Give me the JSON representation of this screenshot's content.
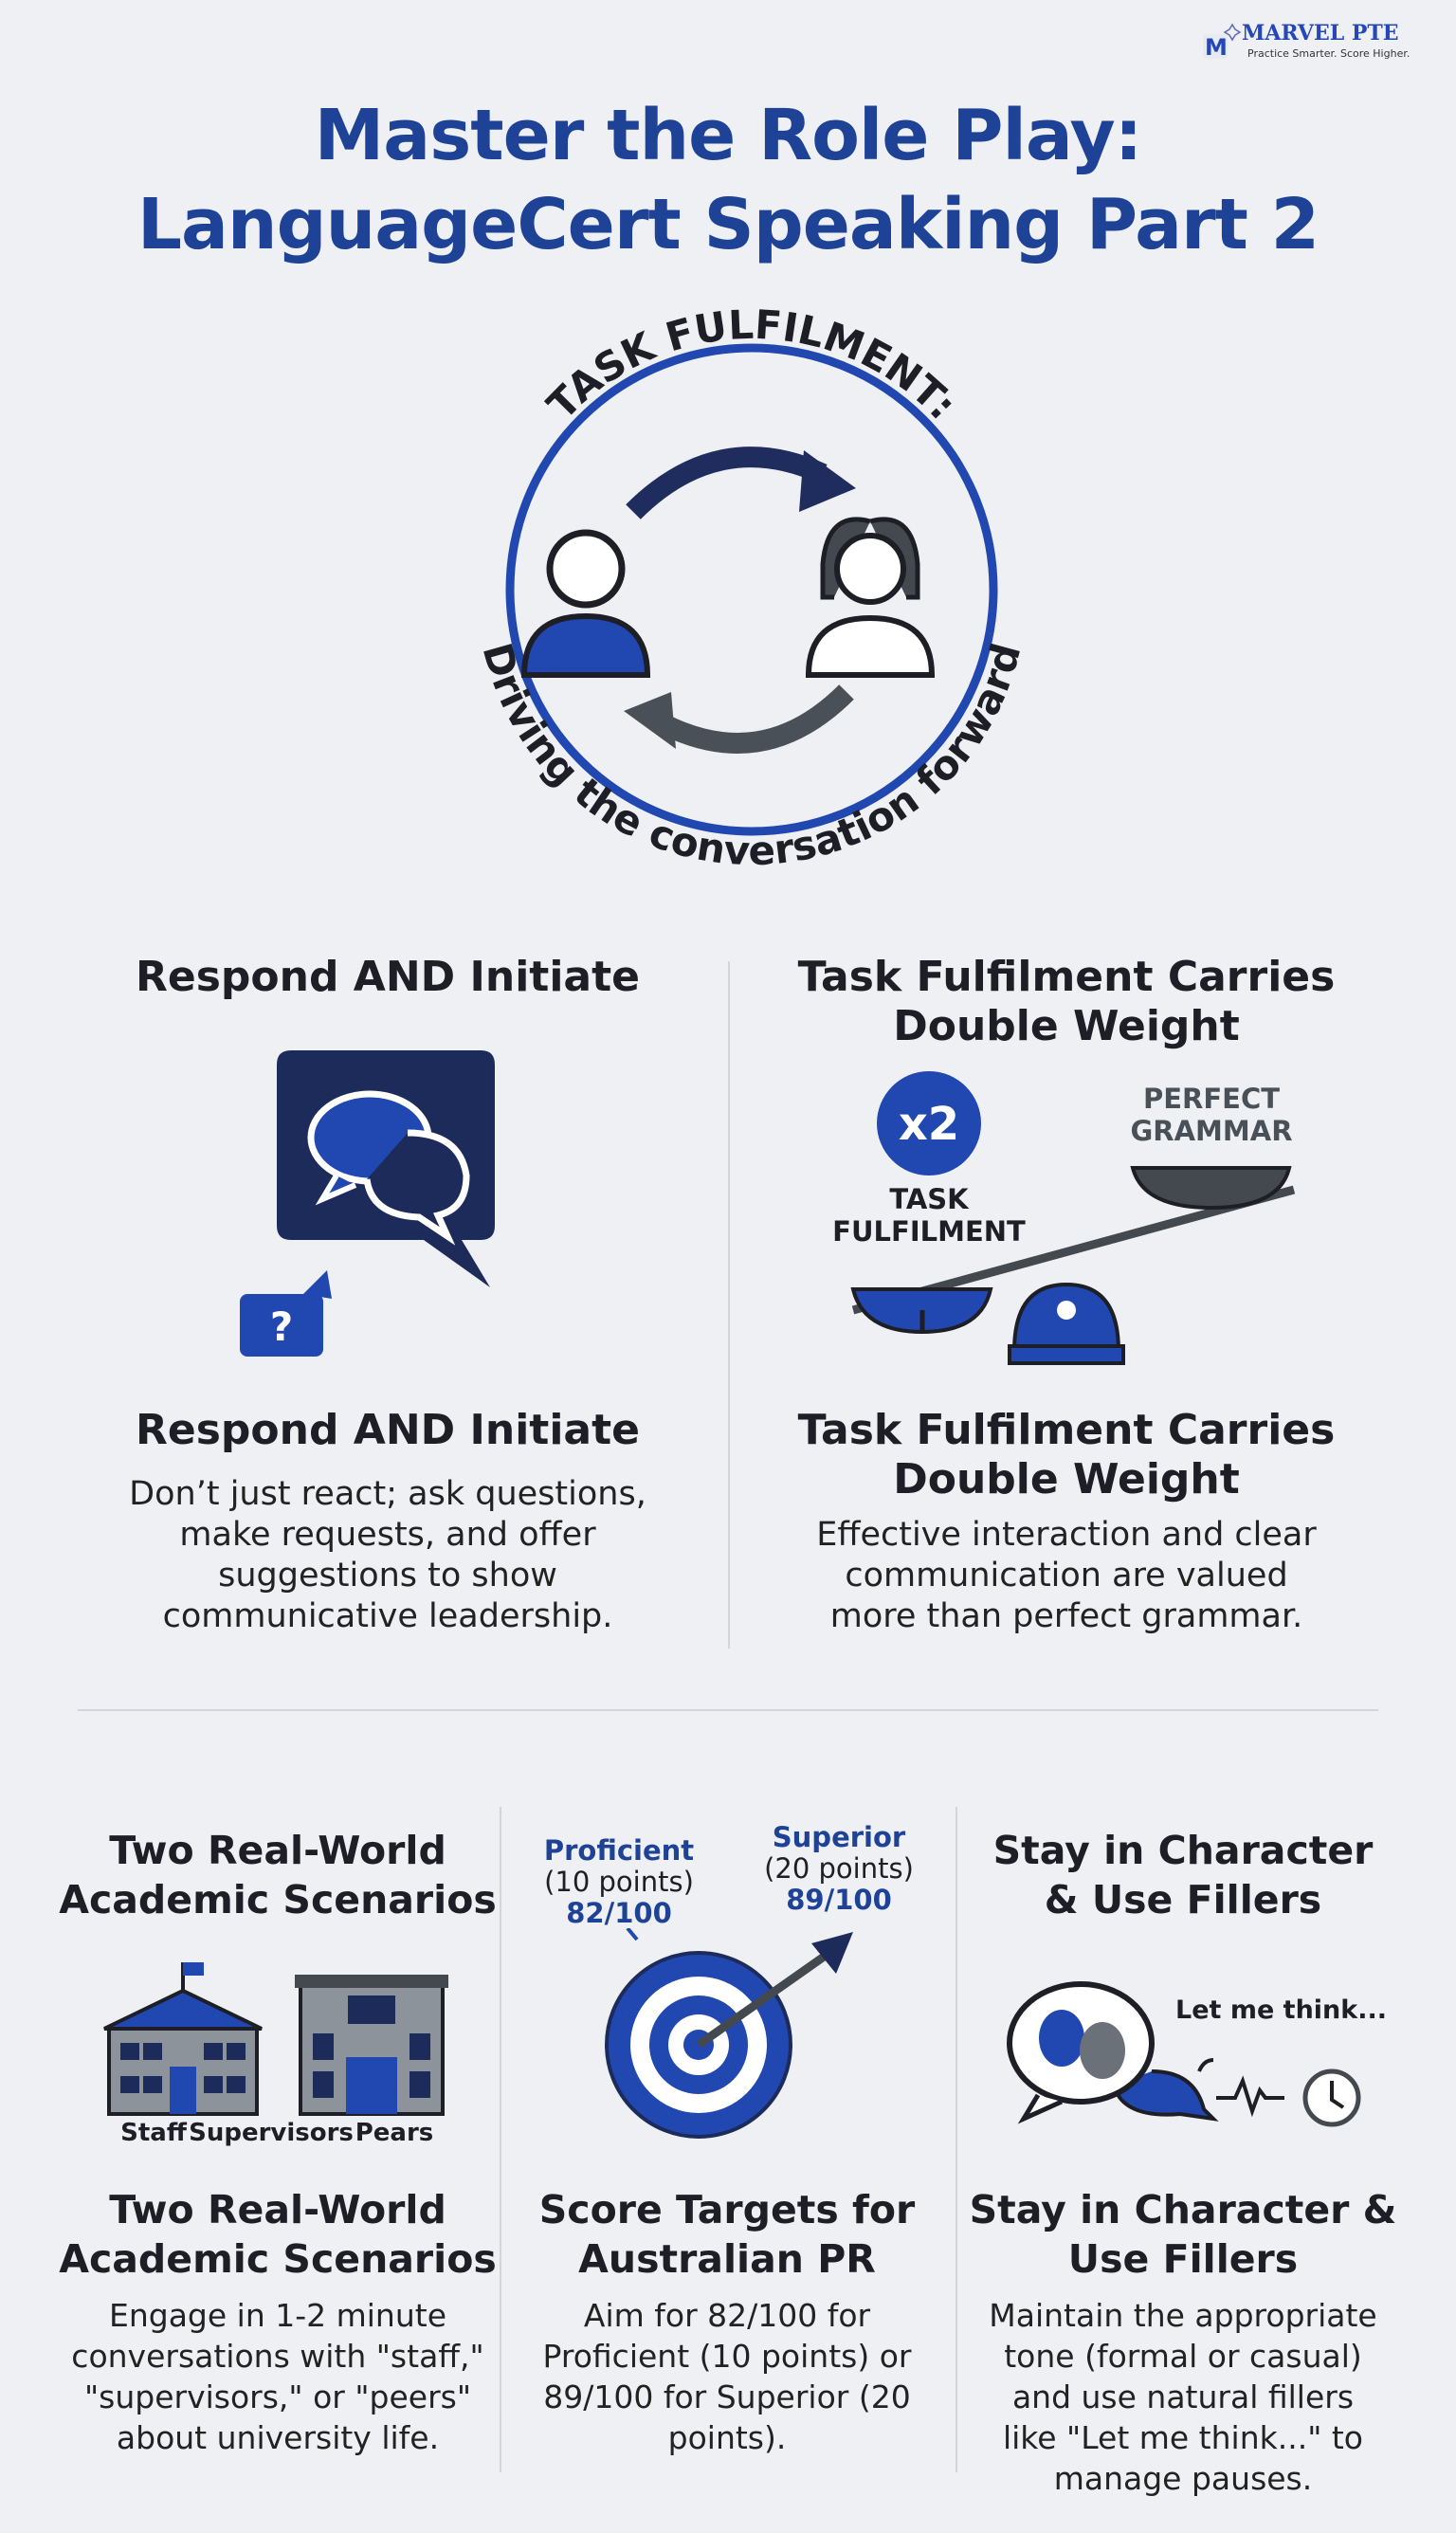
{
  "logo": {
    "brand": "MARVEL PTE",
    "tagline": "Practice Smarter. Score Higher."
  },
  "title": {
    "line1": "Master the Role Play:",
    "line2": "LanguageCert Speaking Part 2"
  },
  "hero": {
    "arc_top": "TASK FULFILMENT:",
    "arc_bottom": "Driving the conversation forward"
  },
  "respond": {
    "heading": "Respond AND Initiate",
    "subheading": "Respond AND Initiate",
    "question_mark": "?",
    "body": [
      "Don’t just react; ask questions,",
      "make requests, and offer",
      "suggestions to show",
      "communicative leadership."
    ]
  },
  "weight": {
    "heading": [
      "Task Fulfilment Carries",
      "Double Weight"
    ],
    "badge": "x2",
    "left_pan_label": [
      "TASK",
      "FULFILMENT"
    ],
    "right_pan_label": [
      "PERFECT",
      "GRAMMAR"
    ],
    "subheading": [
      "Task Fulfilment Carries",
      "Double Weight"
    ],
    "body": [
      "Effective interaction and clear",
      "communication are valued",
      "more than perfect grammar."
    ]
  },
  "scenarios": {
    "heading": [
      "Two Real-World",
      "Academic Scenarios"
    ],
    "labels": [
      "Staff",
      "Supervisors",
      "Pears"
    ],
    "subheading": [
      "Two Real-World",
      "Academic Scenarios"
    ],
    "body": [
      "Engage in 1-2 minute",
      "conversations with \"staff,\"",
      "\"supervisors,\" or \"peers\"",
      "about university life."
    ]
  },
  "score": {
    "proficient": {
      "name": "Proficient",
      "points": "(10 points)",
      "score": "82/100"
    },
    "superior": {
      "name": "Superior",
      "points": "(20 points)",
      "score": "89/100"
    },
    "subheading": [
      "Score Targets for",
      "Australian PR"
    ],
    "body": [
      "Aim for 82/100 for",
      "Proficient (10 points) or",
      "89/100 for Superior (20",
      "points)."
    ]
  },
  "character": {
    "heading": [
      "Stay in Character",
      "& Use Fillers"
    ],
    "bubble_text": "Let me think...",
    "subheading": [
      "Stay in Character &",
      "Use Fillers"
    ],
    "body": [
      "Maintain the appropriate",
      "tone (formal or casual)",
      "and use natural fillers",
      "like \"Let me think...\" to",
      "manage pauses."
    ]
  },
  "colors": {
    "primary": "#1d4296",
    "navy": "#1c2b5a",
    "background": "#eef0f3",
    "gray": "#4a5058"
  }
}
